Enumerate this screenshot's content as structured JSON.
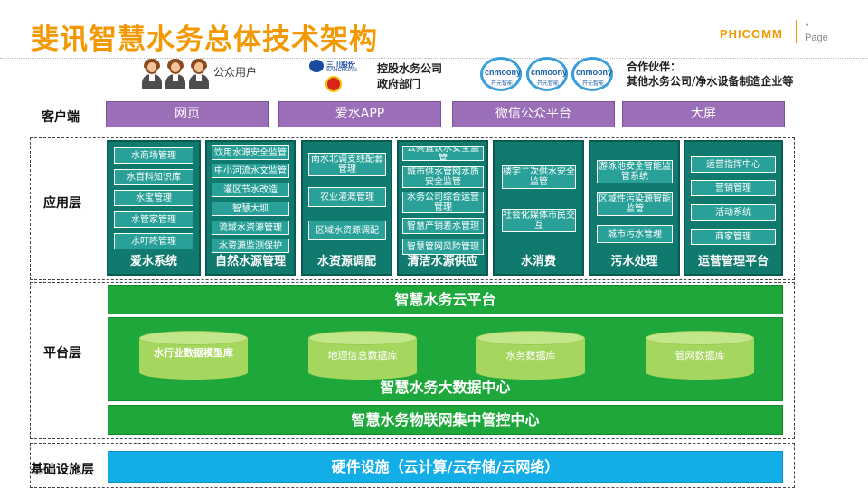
{
  "header": {
    "title": "斐讯智慧水务总体技术架构",
    "brand": "PHICOMM",
    "page_label": "Page"
  },
  "stakeholders": {
    "public_users": "公众用户",
    "sanchuan_logo_cn": "三川股份",
    "sanchuan_logo_en": "SANCHUAN",
    "holding_line1": "控股水务公司",
    "holding_line2": "政府部门",
    "partner_logo_text": "cnmoony",
    "partner_logo_sub": "开元智能",
    "partner_title": "合作伙伴：",
    "partner_desc": "其他水务公司/净水设备制造企业等"
  },
  "layers": {
    "client": "客户端",
    "application": "应用层",
    "platform": "平台层",
    "infrastructure": "基础设施层"
  },
  "client_channels": [
    "网页",
    "爱水APP",
    "微信公众平台",
    "大屏"
  ],
  "app_columns": [
    {
      "title": "爱水系统",
      "items": [
        "水商场管理",
        "水百科知识库",
        "水宝管理",
        "水管家管理",
        "水叮咚管理"
      ]
    },
    {
      "title": "自然水源管理",
      "items": [
        "饮用水源安全监管",
        "中小河流水文监管",
        "灌区节水改造",
        "智慧大坝",
        "流域水资源管理",
        "水资源监测保护"
      ]
    },
    {
      "title": "水资源调配",
      "items": [
        "南水北调支线配套管理",
        "农业灌溉管理",
        "区域水资源调配"
      ]
    },
    {
      "title": "清洁水源供应",
      "items": [
        "公共直饮水安全监管",
        "城市供水管网水质安全监管",
        "水务公司综合运营管理",
        "智慧产销差水管理",
        "智慧管网风险管理"
      ]
    },
    {
      "title": "水消费",
      "items": [
        "楼宇二次供水安全监管",
        "社会化媒体市民交互"
      ]
    },
    {
      "title": "污水处理",
      "items": [
        "游泳池安全智能监管系统",
        "区域性污染源智能监管",
        "城市污水管理"
      ]
    },
    {
      "title": "运营管理平台",
      "items": [
        "运营指挥中心",
        "营销管理",
        "活动系统",
        "商家管理"
      ]
    }
  ],
  "platform": {
    "cloud": "智慧水务云平台",
    "databases": [
      "水行业数据模型库",
      "地理信息数据库",
      "水务数据库",
      "管网数据库"
    ],
    "big_data": "智慧水务大数据中心",
    "iot": "智慧水务物联网集中管控中心"
  },
  "infrastructure": {
    "hardware": "硬件设施（云计算/云存储/云网络）"
  },
  "colors": {
    "title_orange": "#f39800",
    "client_purple": "#9b6fb8",
    "app_teal": "#107a6f",
    "platform_green": "#1ea83c",
    "db_lime": "#a5d65e",
    "infra_blue": "#13aee8"
  }
}
